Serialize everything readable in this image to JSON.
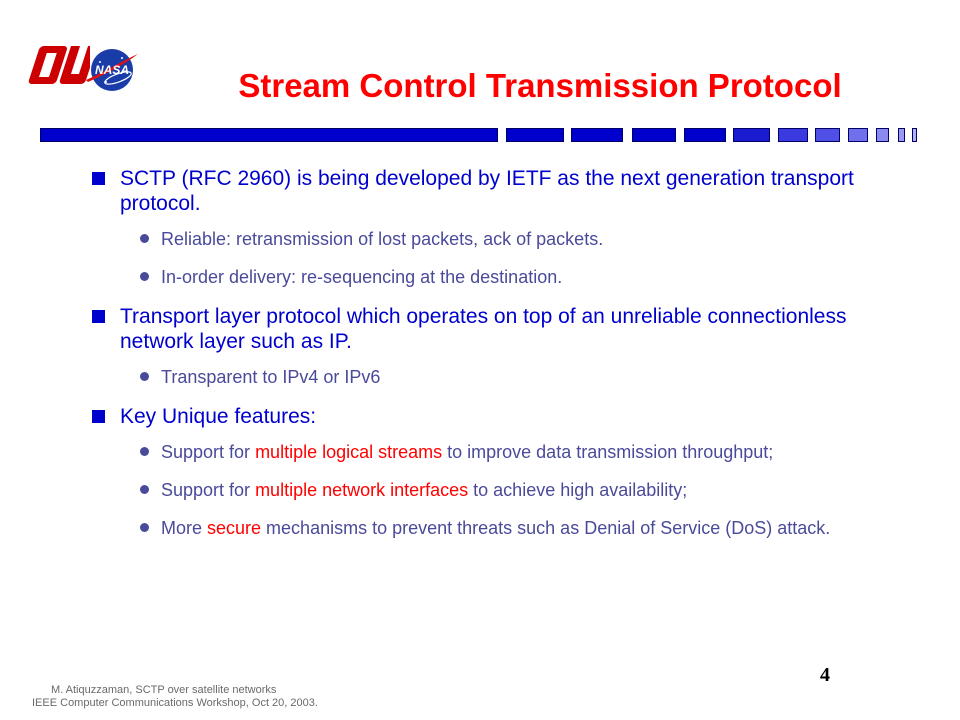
{
  "slide": {
    "title": "Stream Control Transmission Protocol",
    "page_number": "4"
  },
  "logos": {
    "left_logo": "OU",
    "right_logo": "NASA"
  },
  "bullets": [
    {
      "text": "SCTP (RFC 2960) is being developed by IETF as the next generation transport protocol.",
      "sub": [
        {
          "parts": [
            "Reliable: retransmission of lost packets, ack of packets."
          ]
        },
        {
          "parts": [
            "In-order delivery: re-sequencing at the destination."
          ]
        }
      ]
    },
    {
      "text": "Transport layer protocol which operates on top of an unreliable connectionless network layer such as IP.",
      "sub": [
        {
          "parts": [
            "Transparent to IPv4 or IPv6"
          ]
        }
      ]
    },
    {
      "text": "Key Unique features:",
      "sub": [
        {
          "parts": [
            "Support for ",
            "multiple logical streams",
            " to improve data transmission throughput;"
          ]
        },
        {
          "parts": [
            "Support for ",
            "multiple network interfaces",
            " to achieve high availability;"
          ]
        },
        {
          "parts": [
            "More ",
            "secure",
            " mechanisms to prevent threats such as Denial of Service (DoS) attack."
          ]
        }
      ]
    }
  ],
  "footer": {
    "line1": "M. Atiquzzaman, SCTP over satellite networks",
    "line2": "IEEE Computer Communications Workshop, Oct 20, 2003."
  },
  "colors": {
    "title": "#ff0000",
    "bullet_main": "#0000cc",
    "bullet_sub": "#4a4a9a",
    "highlight": "#ff0000",
    "bar": "#0000cc"
  }
}
